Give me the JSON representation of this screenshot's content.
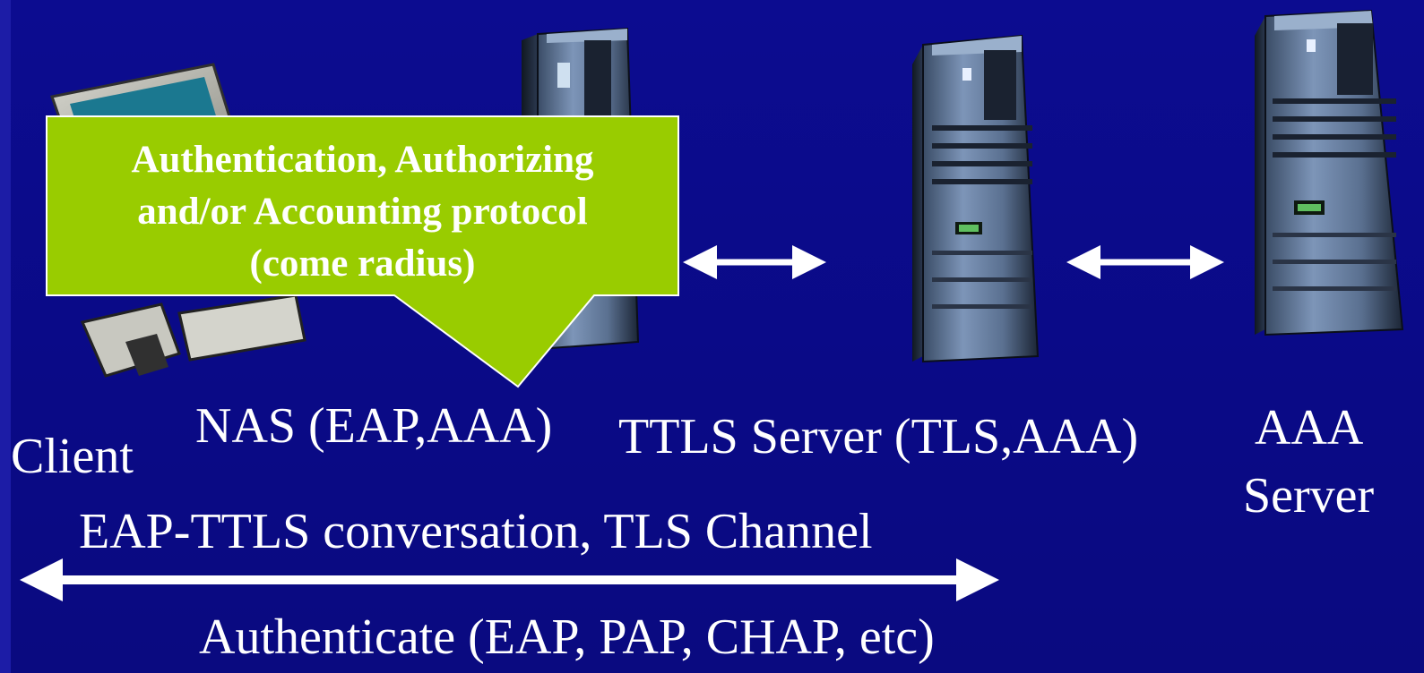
{
  "callout": {
    "line1": "Authentication, Authorizing",
    "line2": "and/or Accounting protocol",
    "line3": "(come radius)"
  },
  "nodes": {
    "client": "Client",
    "nas": "NAS (EAP,AAA)",
    "ttls_server": "TTLS Server (TLS,AAA)",
    "aaa_line1": "AAA",
    "aaa_line2": "Server"
  },
  "channel_label": "EAP-TTLS conversation, TLS Channel",
  "authenticate_label": "Authenticate (EAP, PAP, CHAP, etc)",
  "colors": {
    "background": "#0a0a8c",
    "callout": "#99cc00",
    "text": "#ffffff"
  }
}
